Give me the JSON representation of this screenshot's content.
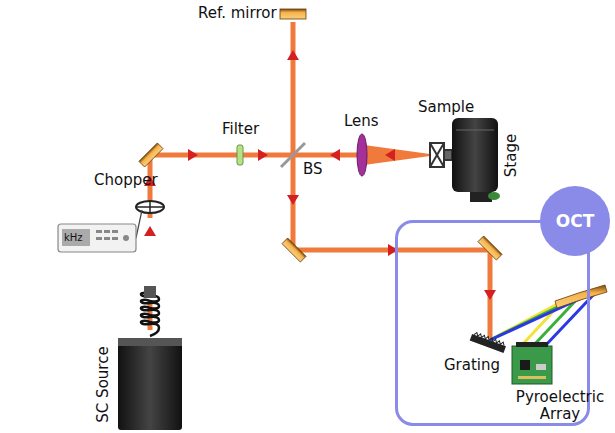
{
  "diagram": {
    "nodes": [
      {
        "text": [
          "OCT"
        ]
      }
    ],
    "labels": [
      "Ref. mirror",
      "Filter",
      "BS",
      "Lens",
      "Sample",
      "Stage",
      "Chopper",
      "kHz",
      "SC Source",
      "Grating",
      "Pyroelectric Array"
    ]
  }
}
